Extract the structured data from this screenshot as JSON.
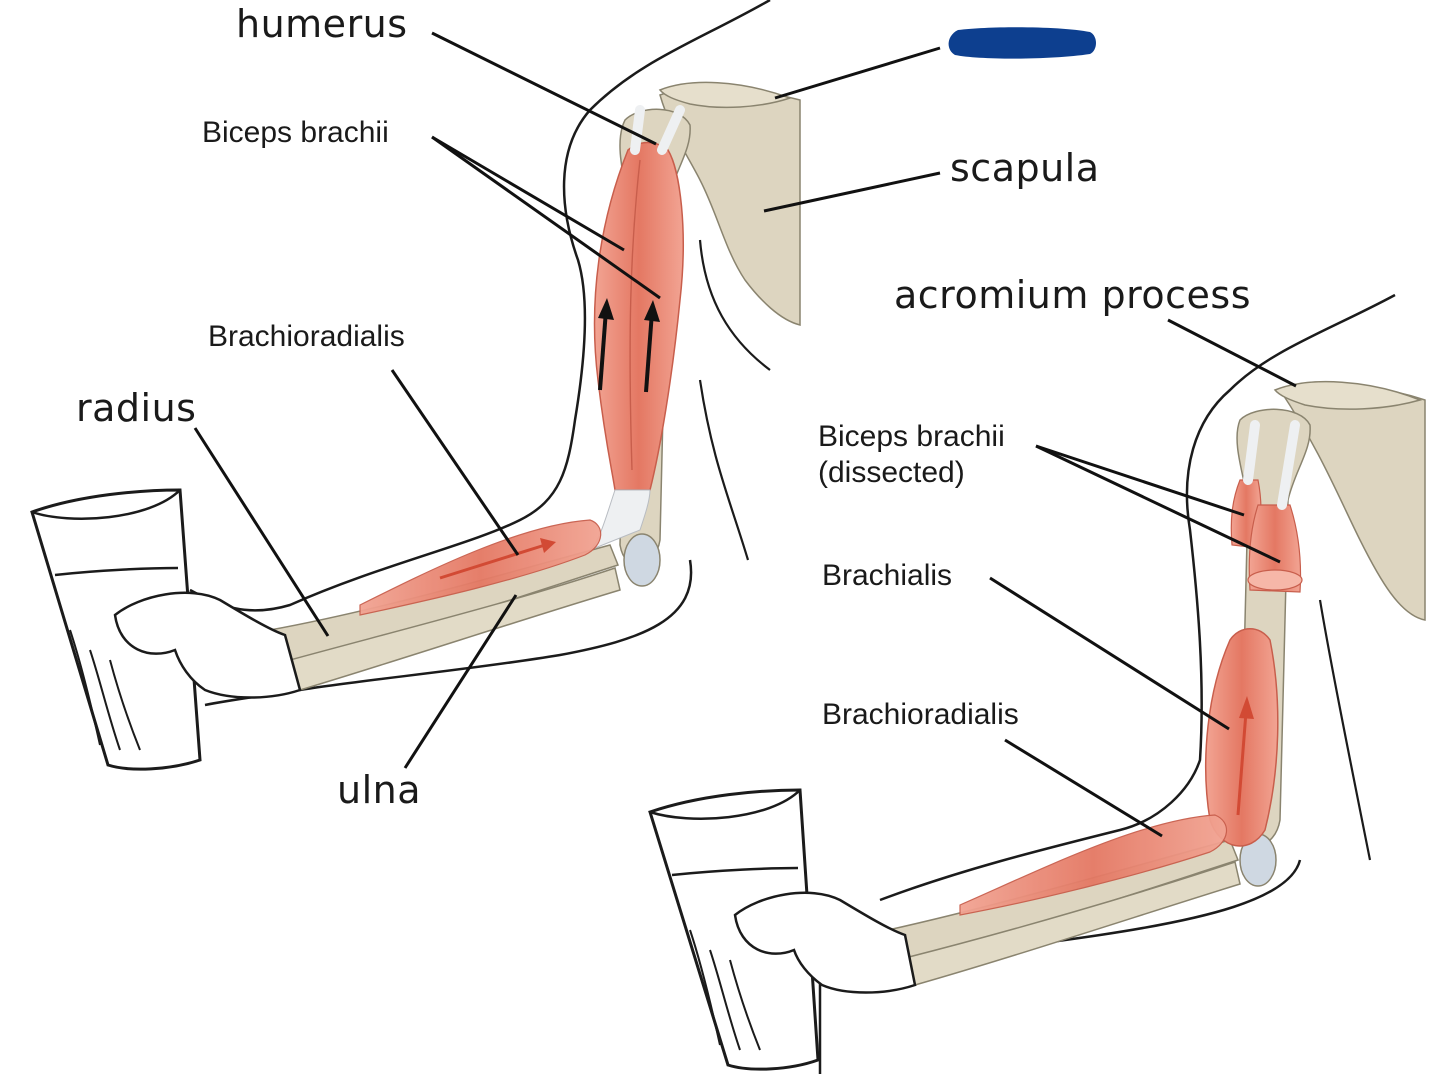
{
  "colors": {
    "muscle": "#e8836f",
    "muscle_dark": "#c85e4c",
    "bone": "#ddd5c0",
    "tendon": "#eef0f2",
    "outline": "#1b1b1b",
    "redaction": "#0d3f8f"
  },
  "labels": {
    "humerus": "humerus",
    "biceps_brachii": "Biceps brachii",
    "scapula": "scapula",
    "brachioradialis_left": "Brachioradialis",
    "radius": "radius",
    "ulna": "ulna",
    "acromium_process": "acromium process",
    "biceps_dissected_line1": "Biceps brachii",
    "biceps_dissected_line2": "(dissected)",
    "brachialis": "Brachialis",
    "brachioradialis_right": "Brachioradialis"
  }
}
